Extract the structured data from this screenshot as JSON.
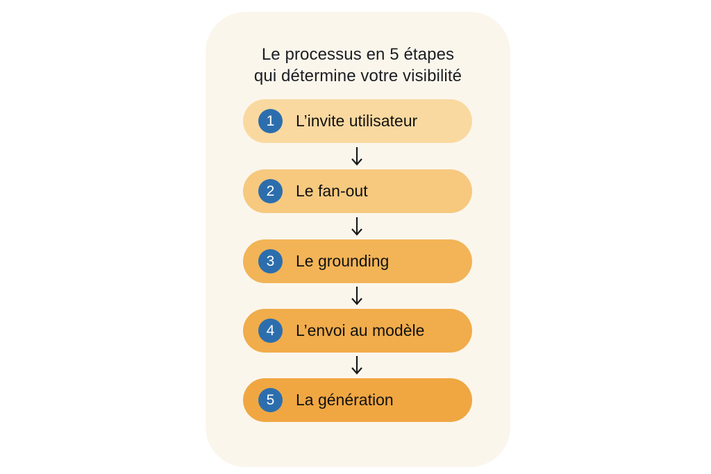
{
  "title": {
    "line1": "Le processus en 5 étapes",
    "line2": "qui détermine votre visibilité"
  },
  "steps": [
    {
      "number": "1",
      "label": "L’invite utilisateur",
      "color": "#FAD9A0"
    },
    {
      "number": "2",
      "label": "Le fan-out",
      "color": "#F6C97F"
    },
    {
      "number": "3",
      "label": "Le grounding",
      "color": "#F2B457"
    },
    {
      "number": "4",
      "label": "L’envoi au modèle",
      "color": "#F1AC4B"
    },
    {
      "number": "5",
      "label": "La génération",
      "color": "#F0A742"
    }
  ],
  "colors": {
    "card_background": "#FBF6EC",
    "number_circle": "#2C6EAD",
    "arrow": "#1a1a1a"
  },
  "icons": {
    "connector": "arrow-down-icon"
  }
}
